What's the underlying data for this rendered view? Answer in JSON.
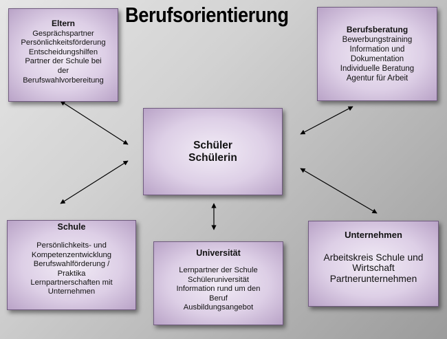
{
  "title": "Berufsorientierung",
  "boxes": {
    "eltern": {
      "heading": "Eltern",
      "lines": [
        "Gesprächspartner",
        "Persönlichkeitsförderung",
        "Entscheidungshilfen",
        "Partner der Schule bei",
        "der",
        "Berufswahlvorbereitung"
      ]
    },
    "berufsberatung": {
      "heading": "Berufsberatung",
      "lines": [
        "Bewerbungstraining",
        "Information und",
        "Dokumentation",
        "Individuelle Beratung",
        "Agentur für Arbeit"
      ]
    },
    "center": {
      "lines": [
        "Schüler",
        "Schülerin"
      ]
    },
    "schule": {
      "heading": "Schule",
      "lines": [
        "Persönlichkeits- und",
        "Kompetenzentwicklung",
        "Berufswahlförderung /",
        "Praktika",
        "Lernpartnerschaften mit",
        "Unternehmen"
      ]
    },
    "universitaet": {
      "heading": "Universität",
      "lines": [
        "Lernpartner der Schule",
        "Schüleruniversität",
        "Information rund um den",
        "Beruf",
        "Ausbildungsangebot"
      ]
    },
    "unternehmen": {
      "heading": "Unternehmen",
      "lines": [
        "Arbeitskreis Schule und",
        "Wirtschaft",
        "Partnerunternehmen"
      ]
    }
  }
}
